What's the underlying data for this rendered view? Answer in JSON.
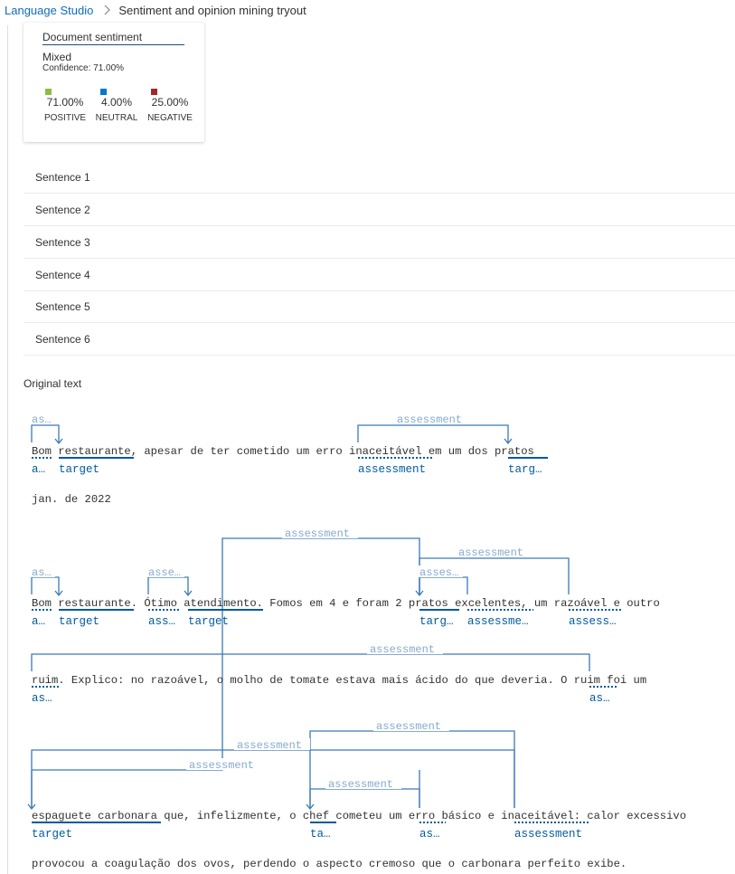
{
  "breadcrumb": {
    "root": "Language Studio",
    "current": "Sentiment and opinion mining tryout"
  },
  "document_sentiment": {
    "title": "Document sentiment",
    "overall": "Mixed",
    "confidence": "Confidence: 71.00%",
    "scores": [
      {
        "value": "71.00%",
        "label": "POSITIVE",
        "color": "#8cbd3f"
      },
      {
        "value": "4.00%",
        "label": "NEUTRAL",
        "color": "#0078d4"
      },
      {
        "value": "25.00%",
        "label": "NEGATIVE",
        "color": "#a4262c"
      }
    ]
  },
  "sentences": [
    "Sentence 1",
    "Sentence 2",
    "Sentence 3",
    "Sentence 4",
    "Sentence 5",
    "Sentence 6"
  ],
  "original_text": {
    "title": "Original text",
    "lines": [
      "Bom restaurante, apesar de ter cometido um erro inaceitável em um dos pratos",
      "jan. de 2022",
      "Bom restaurante. Ótimo atendimento. Fomos em 4 e foram 2 pratos excelentes, um razoável e outro",
      "ruim. Explico: no razoável, o molho de tomate estava mais ácido do que deveria. O ruim foi um",
      "espaguete carbonara que, infelizmente, o chef cometeu um erro básico e inaceitável: calor excessivo",
      "provocou a coagulação dos ovos, perdendo o aspecto cremoso que o carbonara perfeito exibe."
    ],
    "entity_labels": [
      "a…",
      "target",
      "assessment",
      "targ…",
      "a…",
      "target",
      "ass…",
      "target",
      "targ…",
      "assessme…",
      "assess…",
      "as…",
      "as…",
      "target",
      "ta…",
      "as…",
      "assessment"
    ],
    "relation_labels": [
      "as…",
      "assessment",
      "assessment",
      "assessment",
      "as…",
      "asse…",
      "asses…",
      "assessment",
      "assessment",
      "assessment",
      "assessment",
      "assessment"
    ]
  },
  "colors": {
    "accent": "#0f6cbd",
    "target_label": "#005a9e",
    "arc": "#3a7ab8",
    "arc_label": "#86a9cf"
  }
}
